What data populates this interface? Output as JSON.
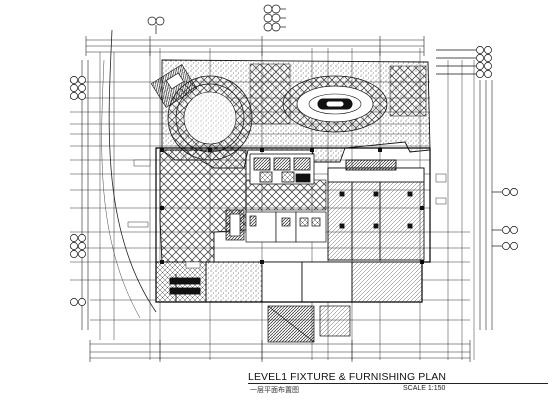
{
  "drawing": {
    "title": "LEVEL1 FIXTURE & FURNISHING PLAN",
    "subtitle": "一层平面布置图",
    "scale": "SCALE 1:150"
  },
  "colors": {
    "line": "#1a1a1a",
    "hatch": "#444444",
    "paper": "#ffffff"
  }
}
